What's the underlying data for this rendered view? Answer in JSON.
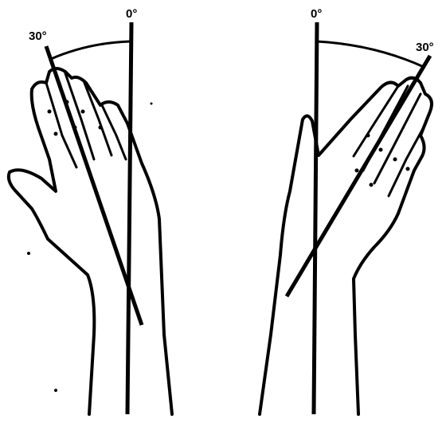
{
  "diagram": {
    "type": "wrist deviation illustration",
    "left_hand": {
      "neutral_label": "0°",
      "deviation_label": "30°"
    },
    "right_hand": {
      "neutral_label": "0°",
      "deviation_label": "30°"
    },
    "line_color": "#000000",
    "background_color": "#ffffff"
  }
}
